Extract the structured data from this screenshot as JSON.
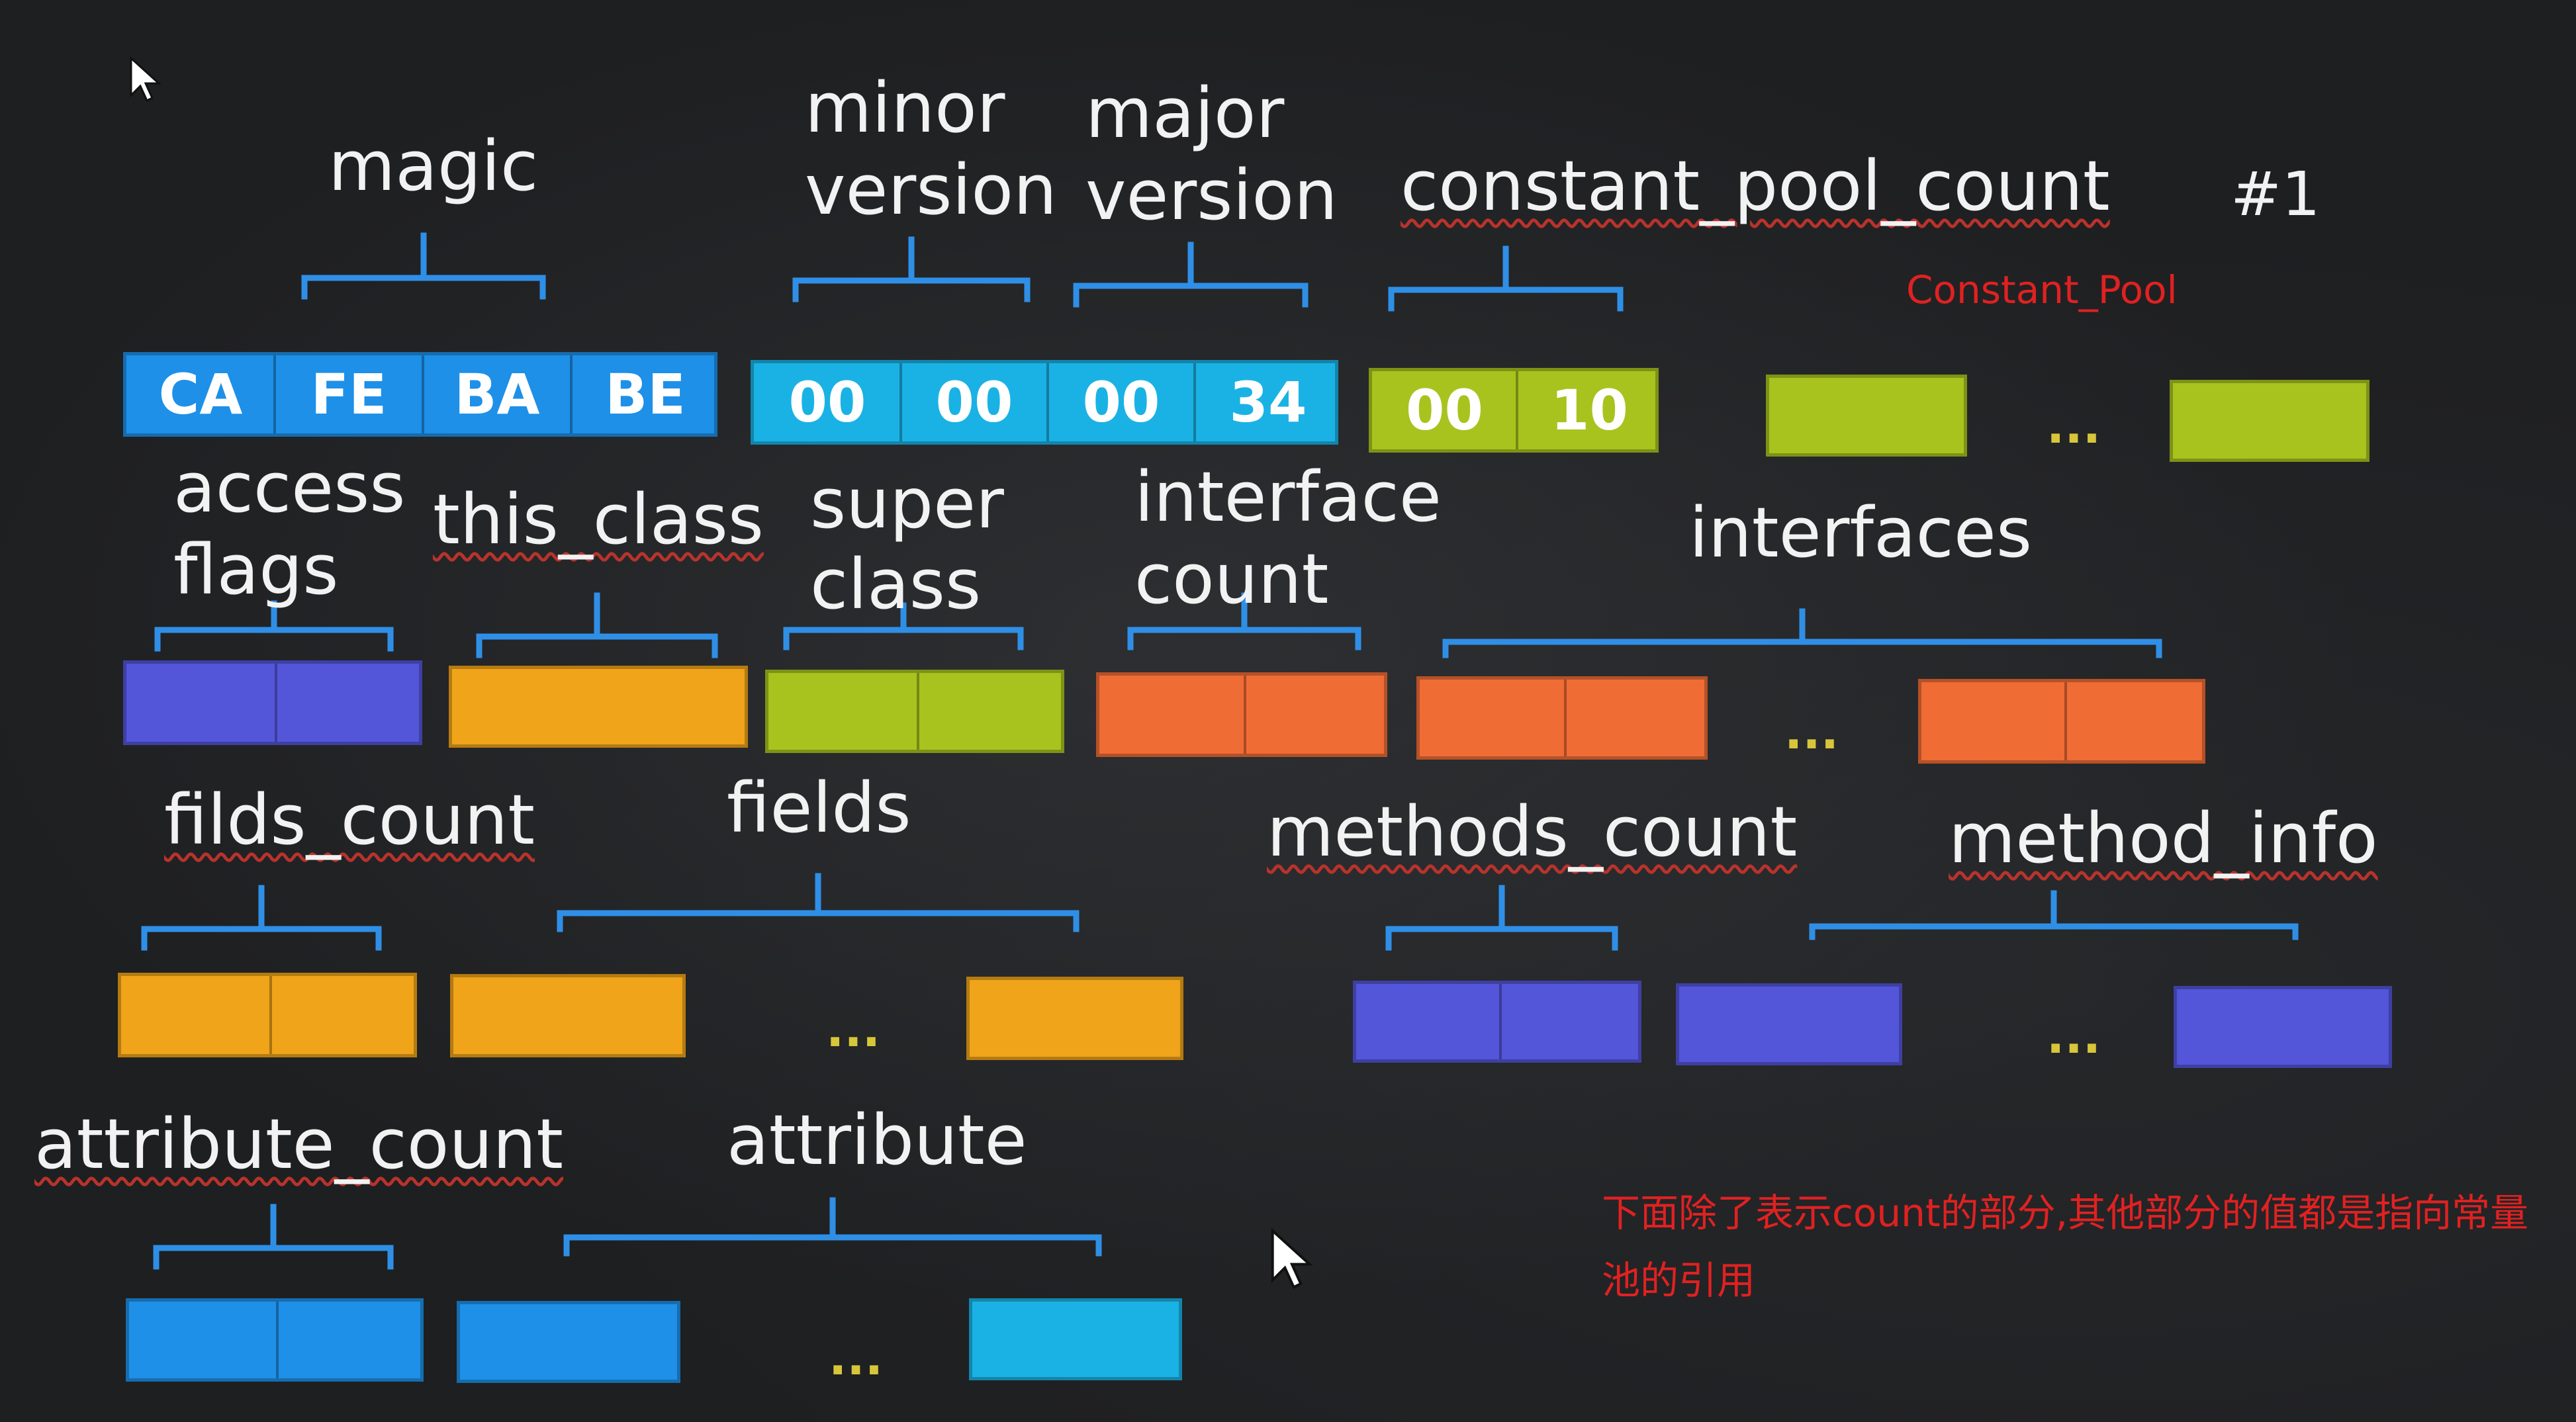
{
  "labels": {
    "magic": "magic",
    "minor_1": "minor",
    "minor_2": "version",
    "major_1": "major",
    "major_2": "version",
    "cp_count": "constant_pool_count",
    "hash1": "#1",
    "access_1": "access",
    "access_2": "flags",
    "this_class": "this_class",
    "super_1": "super",
    "super_2": "class",
    "iface_count_1": "interface",
    "iface_count_2": "count",
    "interfaces": "interfaces",
    "filds_count": "filds_count",
    "fields": "fields",
    "methods_count": "methods_count",
    "method_info": "method_info",
    "attribute_count": "attribute_count",
    "attribute": "attribute"
  },
  "bytes": {
    "magic": [
      "CA",
      "FE",
      "BA",
      "BE"
    ],
    "version": [
      "00",
      "00",
      "00",
      "34"
    ],
    "cp_count": [
      "00",
      "10"
    ]
  },
  "dots": "...",
  "notes": {
    "constant_pool": "Constant_Pool",
    "line1": "下面除了表示count的部分,其他部分的值都是指向常量",
    "line2": "池的引用"
  },
  "colors": {
    "bracket": "#2f8fe6",
    "blue": "#1e90e8",
    "cyan": "#1ab2e4",
    "lime": "#a8c31e",
    "purple": "#5356d9",
    "orange": "#f0a419",
    "coral": "#f06c35",
    "note_red": "#e02121",
    "label": "#f2f2f2"
  }
}
